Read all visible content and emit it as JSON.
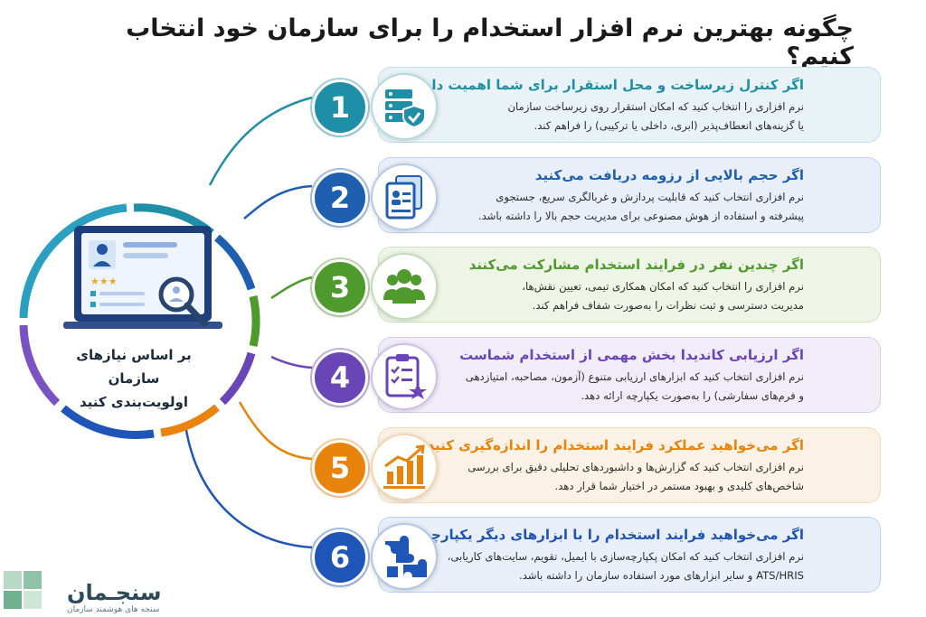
{
  "title": "چگونه بهترین نرم افزار استخدام را برای سازمان خود انتخاب کنیم؟",
  "center_label": {
    "line1": "بر اساس نیازهای سازمان",
    "line2": "اولویت‌بندی کنید"
  },
  "logo": {
    "name": "سنجـمان",
    "tagline": "سنجه های هوشمند سازمان"
  },
  "items": [
    {
      "number": "1",
      "icon": "server-shield-icon",
      "color": "#1f8fa8",
      "bg": "#e9f3f7",
      "title": "اگر کنترل زیرساخت و محل استقرار برای شما اهمیت دارد",
      "line1": "نرم افزاری را انتخاب کنید که امکان استقرار روی زیرساخت سازمان",
      "line2": "یا گزینه‌های انعطاف‌پذیر (ابری، داخلی یا ترکیبی) را فراهم کند."
    },
    {
      "number": "2",
      "icon": "resume-documents-icon",
      "color": "#1f5fb0",
      "bg": "#e8eff9",
      "title": "اگر حجم بالایی از رزومه دریافت می‌کنید",
      "line1": "نرم افزاری انتخاب کنید که قابلیت پردازش و غربالگری سریع، جستجوی",
      "line2": "پیشرفته و استفاده از هوش مصنوعی برای مدیریت حجم بالا را داشته باشد."
    },
    {
      "number": "3",
      "icon": "team-people-icon",
      "color": "#4f9a2c",
      "bg": "#eef5e6",
      "title": "اگر چندین نفر در فرایند استخدام مشارکت می‌کنند",
      "line1": "نرم افزاری را انتخاب کنید که امکان همکاری تیمی، تعیین نقش‌ها،",
      "line2": "مدیریت دسترسی و ثبت نظرات را به‌صورت شفاف فراهم کند."
    },
    {
      "number": "4",
      "icon": "checklist-star-icon",
      "color": "#6a45b8",
      "bg": "#f1edf8",
      "title": "اگر ارزیابی کاندیدا بخش مهمی از استخدام شماست",
      "line1": "نرم افزاری انتخاب کنید که ابزارهای ارزیابی متنوع (آزمون، مصاحبه، امتیازدهی",
      "line2": "و فرم‌های سفارشی) را به‌صورت یکپارچه ارائه دهد."
    },
    {
      "number": "5",
      "icon": "growth-chart-icon",
      "color": "#e8840c",
      "bg": "#fbf1e4",
      "title": "اگر می‌خواهید عملکرد فرایند استخدام را اندازه‌گیری کنید",
      "line1": "نرم افزاری انتخاب کنید که گزارش‌ها و داشبوردهای تحلیلی دقیق برای بررسی",
      "line2": "شاخص‌های کلیدی و بهبود مستمر در اختیار شما قرار دهد."
    },
    {
      "number": "6",
      "icon": "puzzle-pieces-icon",
      "color": "#1f55b8",
      "bg": "#e9eff9",
      "title": "اگر می‌خواهید فرایند استخدام را با ابزارهای دیگر یکپارچه کنید",
      "line1": "نرم افزاری انتخاب کنید که امکان پکپارچه‌سازی با ایمیل، تقویم، سایت‌های کاریابی،",
      "line2": "ATS/HRIS و سایر ابزارهای مورد استفاده سازمان را داشته باشد."
    }
  ]
}
